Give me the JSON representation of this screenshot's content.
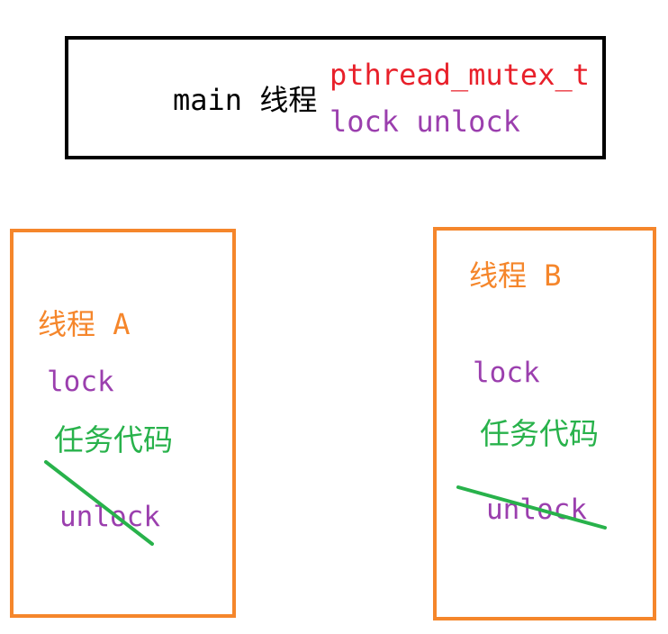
{
  "colors": {
    "black": "#000000",
    "red": "#e8202a",
    "purple": "#9b3fae",
    "orange": "#f5862b",
    "green": "#28b24b"
  },
  "main_box": {
    "label": "main 线程",
    "mutex_type": "pthread_mutex_t",
    "ops": "lock unlock"
  },
  "thread_a": {
    "title": "线程 A",
    "lock": "lock",
    "task": "任务代码",
    "unlock": "unlock"
  },
  "thread_b": {
    "title": "线程 B",
    "lock": "lock",
    "task": "任务代码",
    "unlock": "unlock"
  }
}
